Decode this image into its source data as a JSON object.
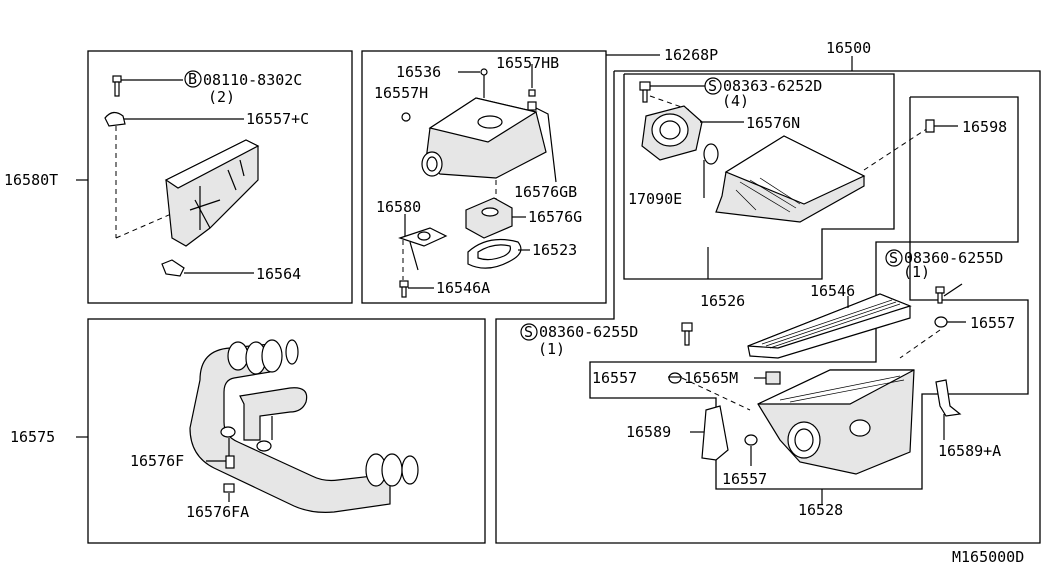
{
  "diagram": {
    "figure_code": "M165000D",
    "main_part_label": "16500",
    "labels": {
      "p16580T": "16580T",
      "bolt_b": "08110-8302C",
      "bolt_b_qty": "(2)",
      "p16557C": "16557+C",
      "p16564": "16564",
      "p16268P": "16268P",
      "p16536": "16536",
      "p16557HB": "16557HB",
      "p16557H": "16557H",
      "p16576GB": "16576GB",
      "p16580": "16580",
      "p16576G": "16576G",
      "p16523": "16523",
      "p16546A": "16546A",
      "screw_s1": "08363-6252D",
      "screw_s1_qty": "(4)",
      "p16576N": "16576N",
      "p17090E": "17090E",
      "p16598": "16598",
      "p16526": "16526",
      "screw_s2": "08360-6255D",
      "screw_s2_qty": "(1)",
      "p16546": "16546",
      "p16557a": "16557",
      "screw_s3": "08360-6255D",
      "screw_s3_qty": "(1)",
      "p16557b": "16557",
      "p16565M": "16565M",
      "p16589": "16589",
      "p16589A": "16589+A",
      "p16557c": "16557",
      "p16528": "16528",
      "p16575": "16575",
      "p16576F": "16576F",
      "p16576FA": "16576FA"
    },
    "symbols": {
      "bolt": "B",
      "screw": "S"
    }
  }
}
